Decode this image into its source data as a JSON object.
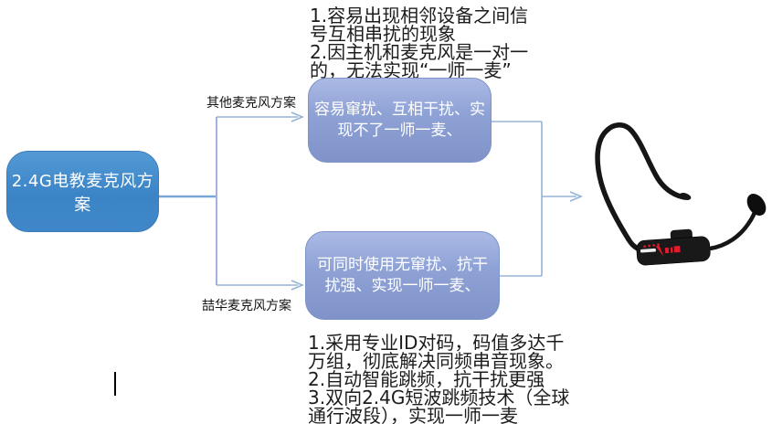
{
  "diagram": {
    "root": {
      "label": "2.4G电教麦克风方案"
    },
    "branch_other": {
      "edge_label": "其他麦克风方案",
      "box_text": "容易窜扰、互相干扰、实现不了一师一麦、"
    },
    "branch_zhehua": {
      "edge_label": "喆华麦克风方案",
      "box_text": "可同时使用无窜扰、抗干扰强、实现一师一麦、"
    },
    "note_top": {
      "line1": "1.容易出现相邻设备之间信",
      "line2": "号互相串扰的现象",
      "line3": "2.因主机和麦克风是一对一",
      "line4": "的，无法实现“一师一麦”"
    },
    "note_bottom": {
      "line1": "1.采用专业ID对码，码值多达千",
      "line2": "万组，彻底解决同频串音现象。",
      "line3": "2.自动智能跳频，抗干扰更强",
      "line4": "3.双向2.4G短波跳频技术（全球",
      "line5": "通行波段），实现一师一麦"
    },
    "colors": {
      "root_box": "#3b85c7",
      "branch_box": "#8ea3d6",
      "connector": "#95b3d7",
      "box_text": "#ffffff",
      "note_text": "#1c1c1c",
      "headset_body": "#191919",
      "headset_logo_red": "#e8192c"
    },
    "image": {
      "alt": "headset-microphone-photo"
    }
  }
}
